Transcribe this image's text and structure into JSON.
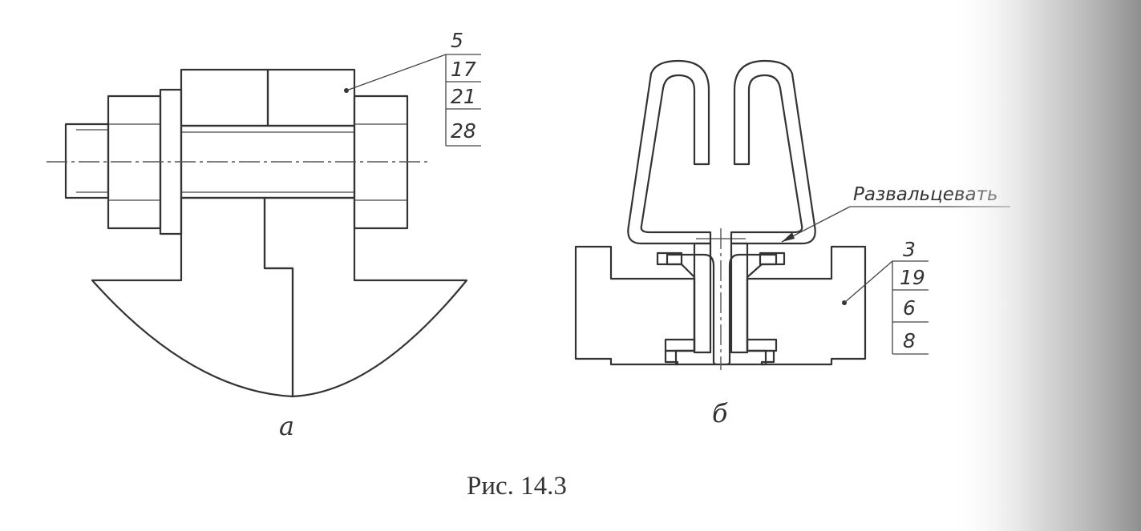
{
  "figure_a": {
    "letter": "а",
    "callout_numbers": [
      "5",
      "17",
      "21",
      "28"
    ]
  },
  "figure_b": {
    "letter": "б",
    "note": "Развальцевать",
    "callout_numbers": [
      "3",
      "19",
      "6",
      "8"
    ]
  },
  "caption": "Рис. 14.3",
  "colors": {
    "line": "#333333",
    "paper": "#ffffff",
    "page_edge_shadow": "#9a9a9a"
  }
}
